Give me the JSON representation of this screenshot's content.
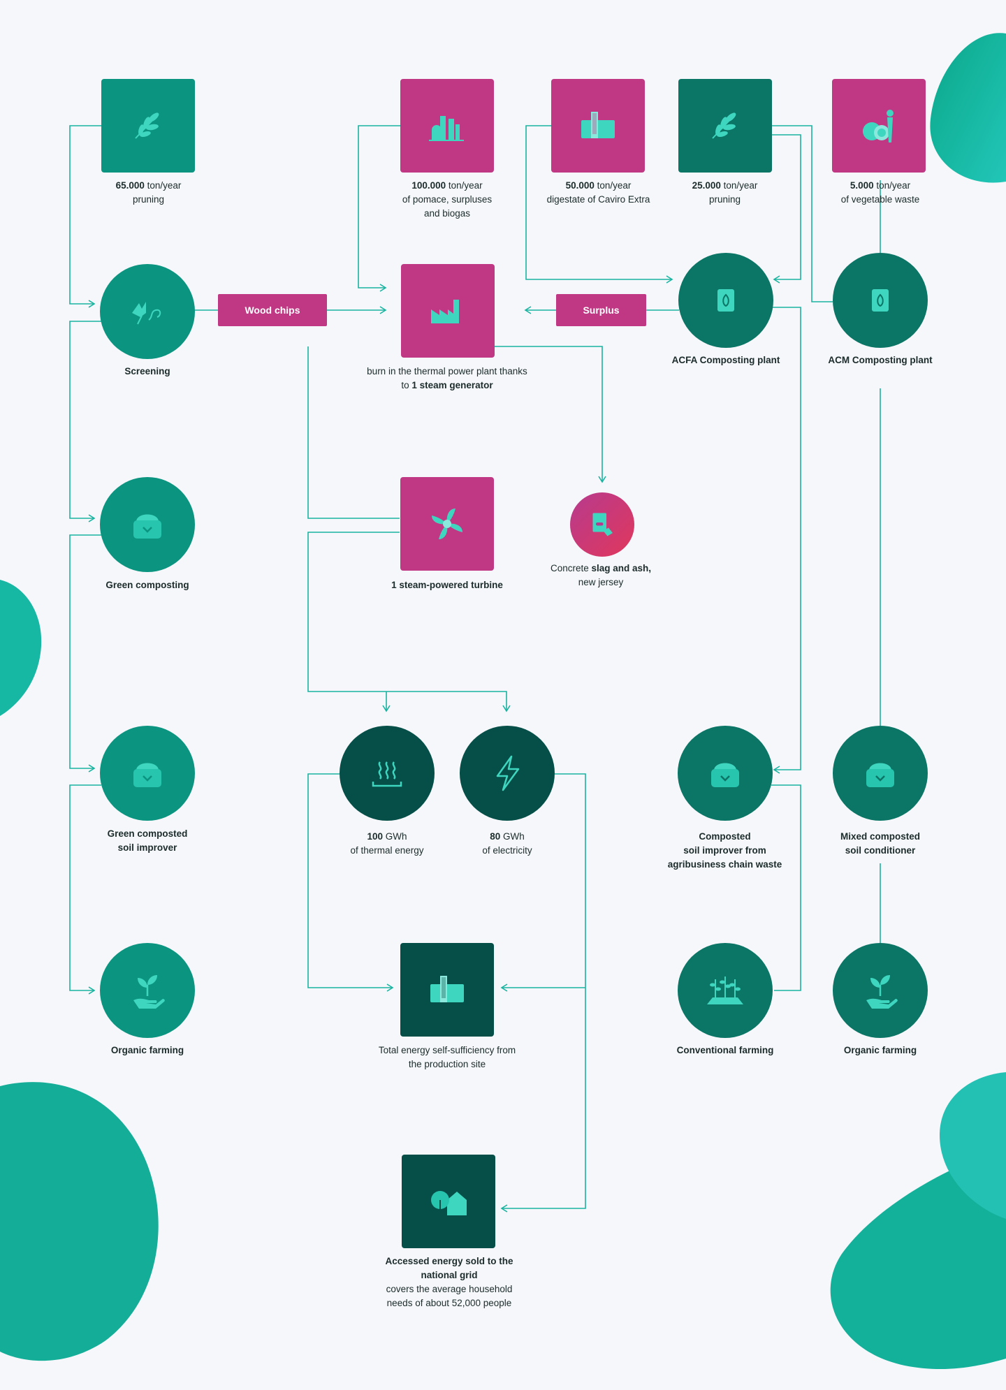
{
  "colors": {
    "pink": "#c03784",
    "teal": "#0b9580",
    "teal_dark": "#0b7566",
    "dark": "#054f48",
    "line": "#1ab3a0",
    "icon": "#3fd6c0"
  },
  "sources": {
    "pruning_65": {
      "value": "65.000",
      "unit": " ton/year",
      "desc": "pruning",
      "icon": "leaf-branch-icon"
    },
    "pomace_100": {
      "value": "100.000",
      "unit": " ton/year",
      "desc": "of pomace, surpluses",
      "desc2": "and biogas",
      "icon": "factory-silo-icon"
    },
    "digestate_50": {
      "value": "50.000",
      "unit": " ton/year",
      "desc": "digestate of Caviro Extra",
      "icon": "tank-icon"
    },
    "pruning_25": {
      "value": "25.000",
      "unit": " ton/year",
      "desc": "pruning",
      "icon": "leaf-branch-icon"
    },
    "vegwaste_5": {
      "value": "5.000",
      "unit": " ton/year",
      "desc": "of vegetable waste",
      "icon": "vegetables-icon"
    }
  },
  "labels": {
    "wood_chips": "Wood chips",
    "surplus": "Surplus",
    "screening": "Screening",
    "thermal_plant_1": "burn in the thermal power plant thanks",
    "thermal_plant_2_pre": "to ",
    "thermal_plant_2_bold": "1 steam generator",
    "acfa": "ACFA Composting plant",
    "acm": "ACM Composting plant",
    "green_composting": "Green composting",
    "turbine": "1 steam-powered turbine",
    "slag_1_pre": "Concrete ",
    "slag_1_bold": "slag and ash,",
    "slag_2": "new jersey",
    "green_composted_1": "Green composted",
    "green_composted_2": "soil improver",
    "thermal_value": "100",
    "thermal_unit": " GWh",
    "thermal_desc": "of thermal energy",
    "elec_value": "80",
    "elec_unit": " GWh",
    "elec_desc": "of electricity",
    "composted_1": "Composted",
    "composted_2": "soil improver from",
    "composted_3": "agribusiness chain waste",
    "mixed_1": "Mixed composted",
    "mixed_2": "soil conditioner",
    "organic_farming_left": "Organic farming",
    "self_suff_1": "Total energy self-sufficiency from",
    "self_suff_2": "the production site",
    "conventional": "Conventional farming",
    "organic_farming_right": "Organic farming",
    "grid_1": "Accessed energy sold to the",
    "grid_2": "national grid",
    "grid_3": "covers the average household",
    "grid_4": "needs of about 52,000 people"
  }
}
